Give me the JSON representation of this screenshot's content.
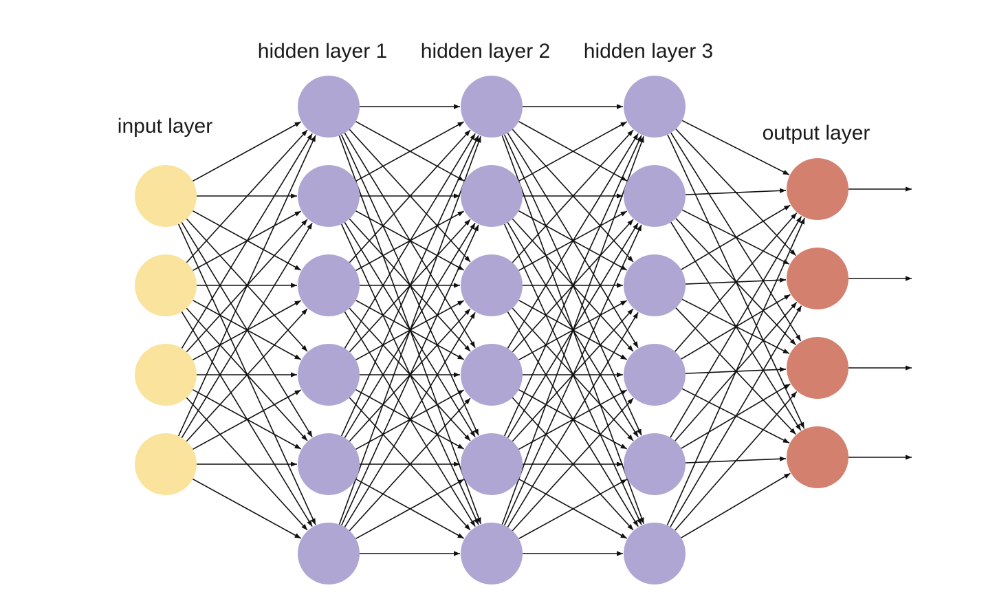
{
  "colors": {
    "input_node": "#fae39d",
    "hidden_node": "#b0a6d4",
    "output_node": "#d4806f",
    "edge": "#111111",
    "label": "#1a1a1a"
  },
  "layers": [
    {
      "key": "input",
      "label": "input layer",
      "nodes": 4,
      "color_key": "input_node"
    },
    {
      "key": "hidden1",
      "label": "hidden layer 1",
      "nodes": 6,
      "color_key": "hidden_node"
    },
    {
      "key": "hidden2",
      "label": "hidden layer 2",
      "nodes": 6,
      "color_key": "hidden_node"
    },
    {
      "key": "hidden3",
      "label": "hidden layer 3",
      "nodes": 6,
      "color_key": "hidden_node"
    },
    {
      "key": "output",
      "label": "output layer",
      "nodes": 4,
      "color_key": "output_node"
    }
  ],
  "connectivity": "fully-connected",
  "output_arrows": true
}
